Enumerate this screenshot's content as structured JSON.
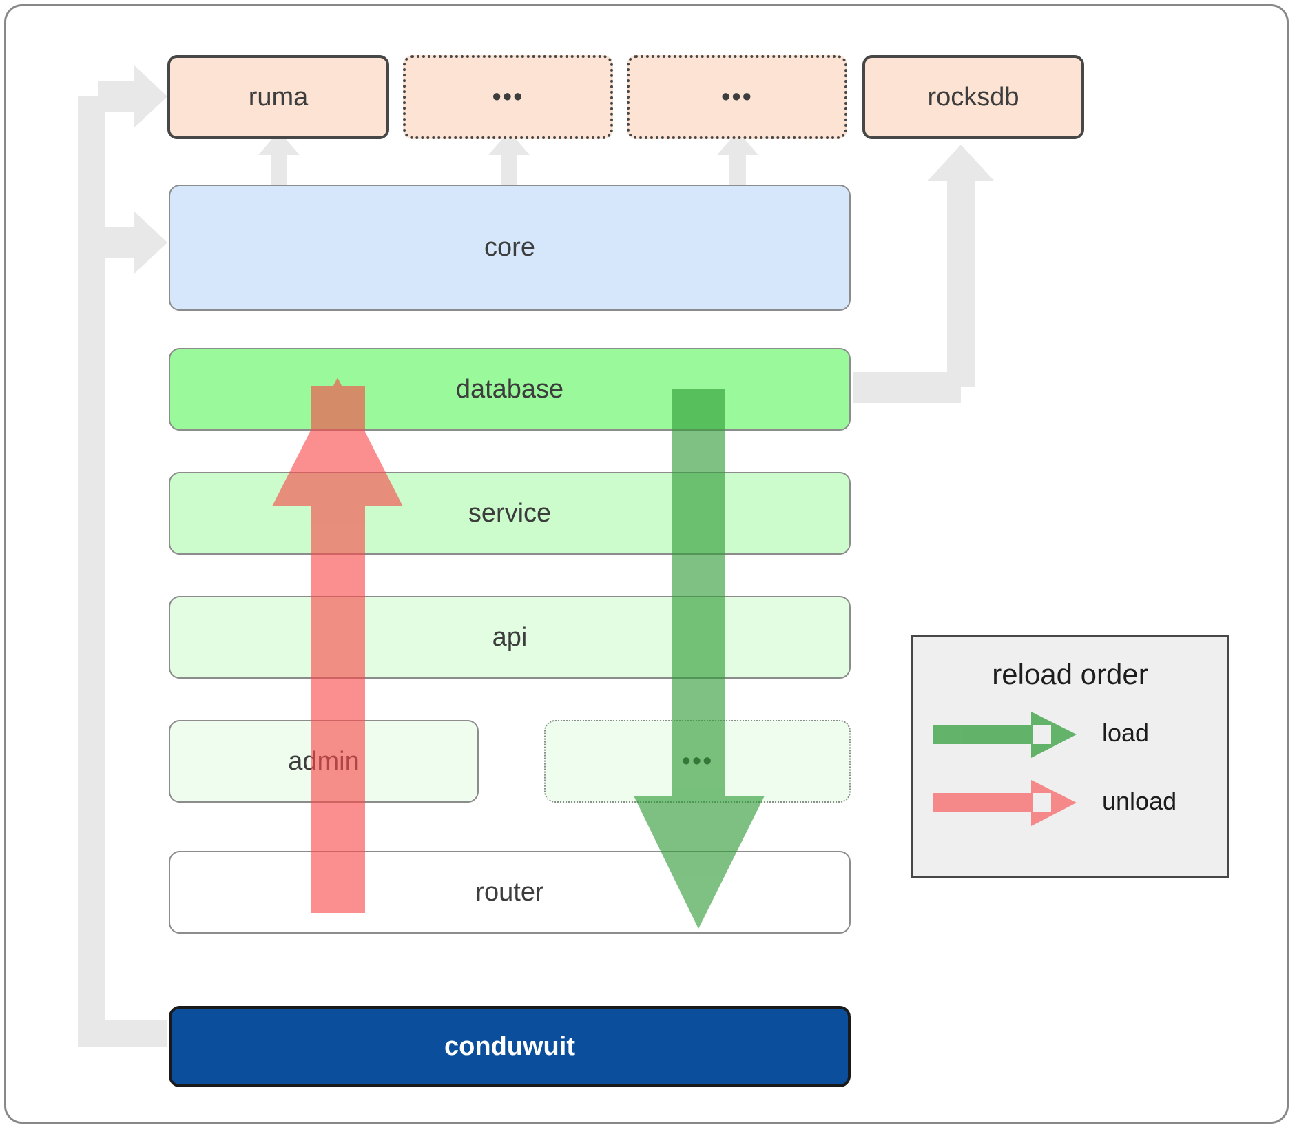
{
  "diagram": {
    "title": "conduwuit crate dependency and reload order diagram",
    "layers": {
      "external": [
        {
          "label": "ruma",
          "style": "solid"
        },
        {
          "label": "•••",
          "style": "dotted"
        },
        {
          "label": "•••",
          "style": "dotted"
        },
        {
          "label": "rocksdb",
          "style": "solid"
        }
      ],
      "core": {
        "label": "core"
      },
      "stack": [
        {
          "label": "database"
        },
        {
          "label": "service"
        },
        {
          "label": "api"
        }
      ],
      "split_row": [
        {
          "label": "admin",
          "style": "solid"
        },
        {
          "label": "•••",
          "style": "dotted"
        }
      ],
      "router": {
        "label": "router"
      },
      "binary": {
        "label": "conduwuit"
      }
    }
  },
  "legend": {
    "title": "reload order",
    "entries": [
      {
        "label": "load",
        "color": "#4caf50"
      },
      {
        "label": "unload",
        "color": "#fa8a8a"
      }
    ]
  },
  "colors": {
    "peach": "#fce3d3",
    "blue": "#d6e7fb",
    "green_database": "#99f99b",
    "green_service": "#ccfccc",
    "green_api": "#e2fde2",
    "green_admin": "#effdef",
    "navy": "#0b4f9c",
    "connector_gray": "#e8e8e8",
    "load_green": "#4caf50",
    "unload_red": "#fa8a8a",
    "legend_bg": "#efefef"
  }
}
